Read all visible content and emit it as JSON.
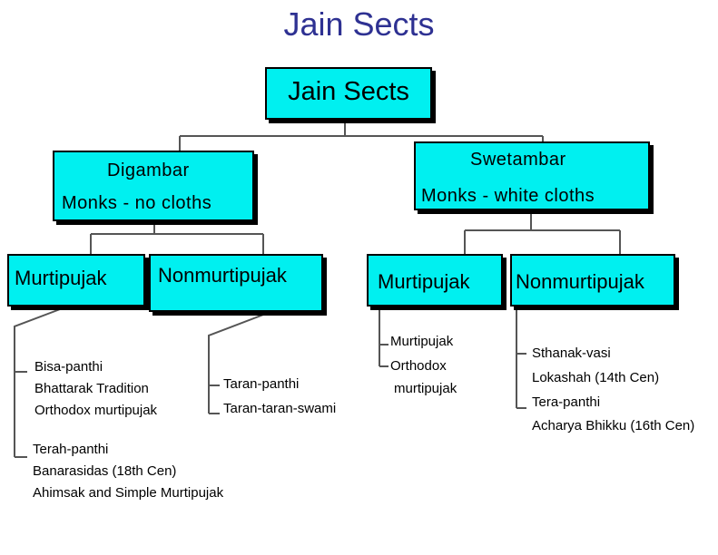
{
  "title": "Jain Sects",
  "root": {
    "label": "Jain Sects"
  },
  "digambar": {
    "name": "Digambar",
    "desc": "Monks - no cloths"
  },
  "swetambar": {
    "name": "Swetambar",
    "desc": "Monks - white cloths"
  },
  "digambar_branches": {
    "murtipujak": "Murtipujak",
    "nonmurtipujak": "Nonmurtipujak"
  },
  "swetambar_branches": {
    "murtipujak": "Murtipujak",
    "nonmurtipujak": "Nonmurtipujak"
  },
  "digambar_murtipujak_sects": [
    {
      "lines": [
        "Bisa-panthi",
        "Bhattarak Tradition",
        "Orthodox murtipujak"
      ]
    },
    {
      "lines": [
        "Terah-panthi",
        "Banarasidas (18th Cen)",
        "Ahimsak and Simple Murtipujak"
      ]
    }
  ],
  "digambar_nonmurtipujak_sects": [
    {
      "lines": [
        "Taran-panthi",
        "Taran-taran-swami"
      ]
    }
  ],
  "swetambar_murtipujak_sects": [
    {
      "lines": [
        "Murtipujak",
        "Orthodox",
        "murtipujak"
      ]
    }
  ],
  "swetambar_nonmurtipujak_sects": [
    {
      "lines": [
        "Sthanak-vasi",
        "Lokashah (14th Cen)"
      ]
    },
    {
      "lines": [
        "Tera-panthi",
        "Acharya Bhikku (16th Cen)"
      ]
    }
  ]
}
